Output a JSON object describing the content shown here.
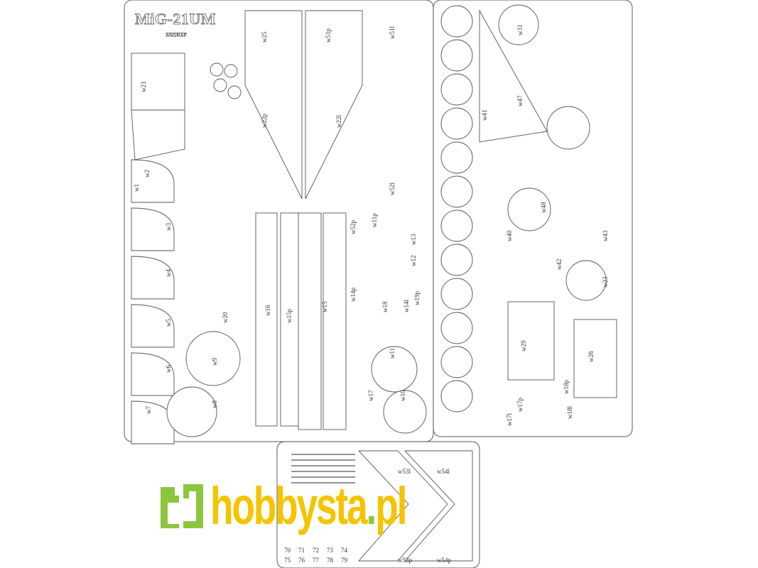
{
  "sheet_title": "MiG-21UM",
  "maker_mark": "ANGRAF",
  "parts_left": [
    "w21",
    "w2",
    "w1",
    "w3",
    "w4",
    "w5",
    "w6",
    "w7",
    "w8",
    "w9",
    "w10",
    "w11",
    "w12",
    "w13",
    "w14p",
    "w14l",
    "w15",
    "w15p",
    "w16",
    "w17",
    "w18",
    "w19p",
    "w20",
    "w22p",
    "w22l",
    "w25",
    "w51p",
    "w51l",
    "w52p",
    "w52l",
    "w11p"
  ],
  "parts_right": [
    "w31",
    "w47",
    "w29",
    "w26",
    "w23",
    "w17p",
    "w17l",
    "w18p",
    "w18l",
    "w48",
    "w42",
    "w41",
    "w40",
    "w43"
  ],
  "parts_bottom": [
    "w53l",
    "w54l",
    "w53p",
    "w54p",
    "70",
    "71",
    "72",
    "73",
    "74",
    "75",
    "76",
    "77",
    "78",
    "79"
  ],
  "watermark": {
    "brand": "hobbysta",
    "dot": ".",
    "tld": "pl",
    "icon": "bracket-logo-icon",
    "color_main": "#f5c400",
    "color_accent": "#8cc63f"
  }
}
